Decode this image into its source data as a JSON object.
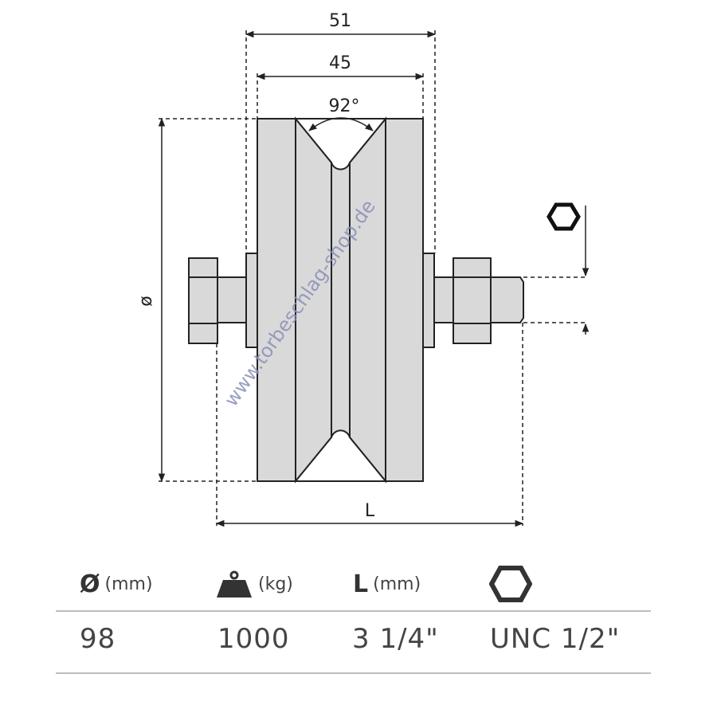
{
  "drawing": {
    "dim_overall_width": "51",
    "dim_inner_width": "45",
    "dim_groove_angle": "92°",
    "dim_diameter_symbol": "ø",
    "dim_axle_length": "L",
    "watermark": "www.torbeschlag-shop.de"
  },
  "table": {
    "headers": [
      {
        "symbol": "Ø",
        "unit": "(mm)"
      },
      {
        "symbol": "",
        "unit": "(kg)",
        "icon": "weight-icon"
      },
      {
        "symbol": "L",
        "unit": "(mm)"
      },
      {
        "symbol": "",
        "unit": "",
        "icon": "hex-nut-icon"
      }
    ],
    "values": [
      "98",
      "1000",
      "3 1/4\"",
      "UNC 1/2\""
    ]
  },
  "colors": {
    "line": "#222222",
    "fill_gray": "#d9d9d9",
    "rule": "#bdbdbd",
    "watermark": "#8a8fb8"
  }
}
